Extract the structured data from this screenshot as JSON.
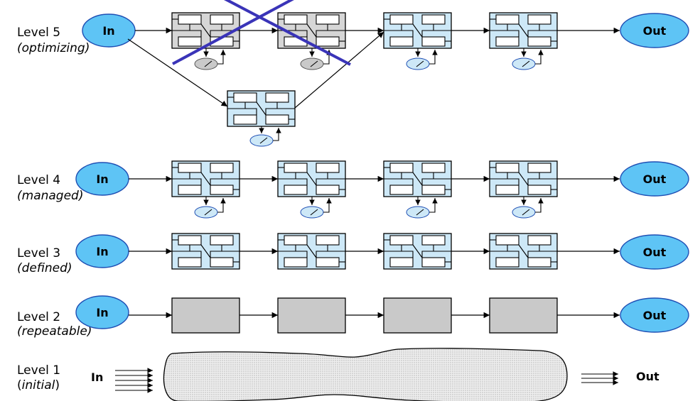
{
  "levels": [
    {
      "key": "level5",
      "name": "Level 5",
      "desc": "(optimizing)",
      "in": "In",
      "out": "Out"
    },
    {
      "key": "level4",
      "name": "Level 4",
      "desc": "(managed)",
      "in": "In",
      "out": "Out"
    },
    {
      "key": "level3",
      "name": "Level 3",
      "desc": "(defined)",
      "in": "In",
      "out": "Out"
    },
    {
      "key": "level2",
      "name": "Level 2",
      "desc": "(repeatable)",
      "in": "In",
      "out": "Out"
    },
    {
      "key": "level1",
      "name": "Level 1",
      "desc_open": "(",
      "desc_word": "initial",
      "desc_close": ")",
      "in": "In",
      "out": "Out"
    }
  ],
  "colors": {
    "ellipse_fill": "#5ec4f5",
    "ellipse_stroke": "#1f4fb4",
    "process_fill": "#cde8f7",
    "process_removed_fill": "#d6d6d6",
    "gray_box": "#c9c9c9",
    "cross": "#3a34b8",
    "blob_fill": "#e6e6e6"
  }
}
